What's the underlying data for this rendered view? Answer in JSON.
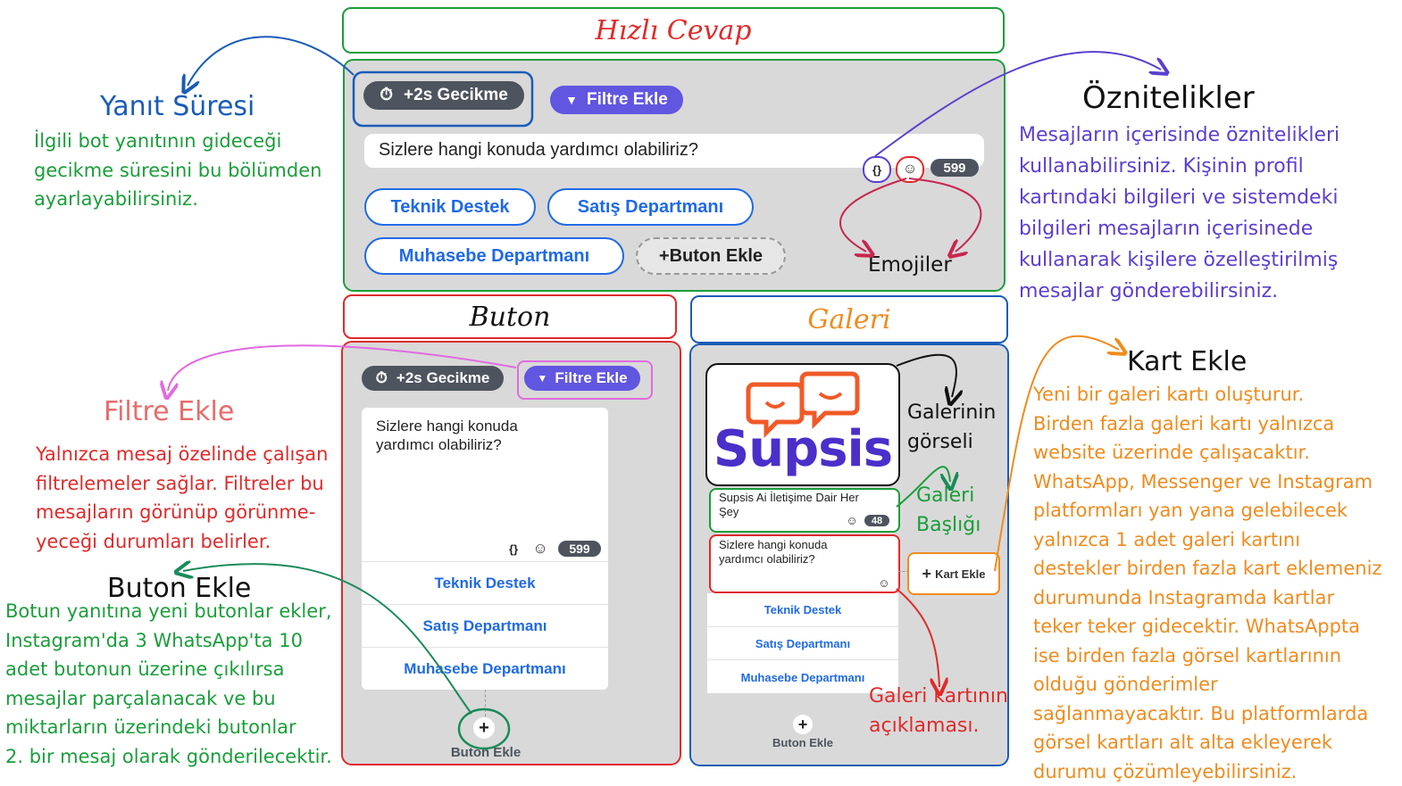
{
  "titles": {
    "hizli_cevap": "Hızlı Cevap",
    "buton": "Buton",
    "galeri": "Galeri"
  },
  "quick_reply": {
    "delay": "+2s Gecikme",
    "filter": "Filtre Ekle",
    "message": "Sizlere hangi konuda yardımcı olabiliriz?",
    "counter": "599",
    "buttons": [
      "Teknik Destek",
      "Satış Departmanı",
      "Muhasebe Departmanı"
    ],
    "add_button": "+Buton Ekle"
  },
  "button_panel": {
    "delay": "+2s Gecikme",
    "filter": "Filtre Ekle",
    "message_line1": "Sizlere hangi konuda",
    "message_line2": "yardımcı olabiliriz?",
    "counter": "599",
    "buttons": [
      "Teknik Destek",
      "Satış Departmanı",
      "Muhasebe Departmanı"
    ],
    "add_label": "Buton Ekle"
  },
  "gallery_panel": {
    "brand": "Supsis",
    "card_title_line1": "Supsis Ai İletişime Dair Her",
    "card_title_line2": "Şey",
    "title_counter": "48",
    "card_desc_line1": "Sizlere hangi konuda",
    "card_desc_line2": "yardımcı olabiliriz?",
    "buttons": [
      "Teknik Destek",
      "Satış Departmanı",
      "Muhasebe Departmanı"
    ],
    "add_card": "Kart Ekle",
    "add_button": "Buton Ekle"
  },
  "annotations": {
    "yanit_suresi": {
      "heading": "Yanıt Süresi",
      "lines": [
        "İlgili bot yanıtının gideceği",
        "gecikme süresini bu bölümden",
        "ayarlayabilirsiniz."
      ]
    },
    "oznitelikler": {
      "heading": "Öznitelikler",
      "lines": [
        "Mesajların içerisinde öznitelikleri",
        "kullanabilirsiniz. Kişinin profil",
        "kartındaki bilgileri ve sistemdeki",
        "bilgileri mesajların içerisinede",
        "kullanarak kişilere özelleştirilmiş",
        "mesajlar gönderebilirsiniz."
      ]
    },
    "emojiler": "Emojiler",
    "filtre_ekle": {
      "heading": "Filtre Ekle",
      "lines": [
        "Yalnızca mesaj özelinde çalışan",
        "filtrelemeler sağlar. Filtreler bu",
        "mesajların görünüp görünme-",
        "yeceği durumları belirler."
      ]
    },
    "buton_ekle": {
      "heading": "Buton Ekle",
      "lines": [
        "Botun yanıtına yeni butonlar ekler,",
        "Instagram'da 3 WhatsApp'ta 10",
        "adet butonun üzerine çıkılırsa",
        "mesajlar parçalanacak ve bu",
        "miktarların üzerindeki butonlar",
        "2. bir mesaj olarak gönderilecektir."
      ]
    },
    "galerinin_gorseli": [
      "Galerinin",
      "görseli"
    ],
    "galeri_basligi": [
      "Galeri",
      "Başlığı"
    ],
    "galeri_aciklama": [
      "Galeri kartının",
      "açıklaması."
    ],
    "kart_ekle": {
      "heading": "Kart Ekle",
      "lines": [
        "Yeni bir galeri kartı oluşturur.",
        "Birden fazla galeri kartı yalnızca",
        "website üzerinde çalışacaktır.",
        "WhatsApp, Messenger ve Instagram",
        "platformları yan yana gelebilecek",
        "yalnızca 1 adet  galeri kartını",
        "destekler birden fazla kart eklemeniz",
        "durumunda Instagramda kartlar",
        "teker teker gidecektir. WhatsAppta",
        "ise birden fazla görsel kartlarının",
        "olduğu gönderimler",
        "sağlanmayacaktır. Bu platformlarda",
        "görsel kartları alt alta ekleyerek",
        "durumu çözümleyebilirsiniz."
      ]
    }
  },
  "colors": {
    "green": "#1a9e3a",
    "red": "#e02a2a",
    "blue": "#1a5cb8",
    "orange": "#f08b1e",
    "purple": "#5b3fcf",
    "pink": "#e06be0",
    "button_blue": "#1f6ae5",
    "pill_purple": "#6156e0",
    "pill_dark": "#4d545e",
    "brand_purple": "#4b2fc9",
    "brand_orange": "#f05a28"
  },
  "icons": [
    "stopwatch-icon",
    "filter-icon",
    "braces-icon",
    "emoji-icon",
    "plus-icon"
  ]
}
